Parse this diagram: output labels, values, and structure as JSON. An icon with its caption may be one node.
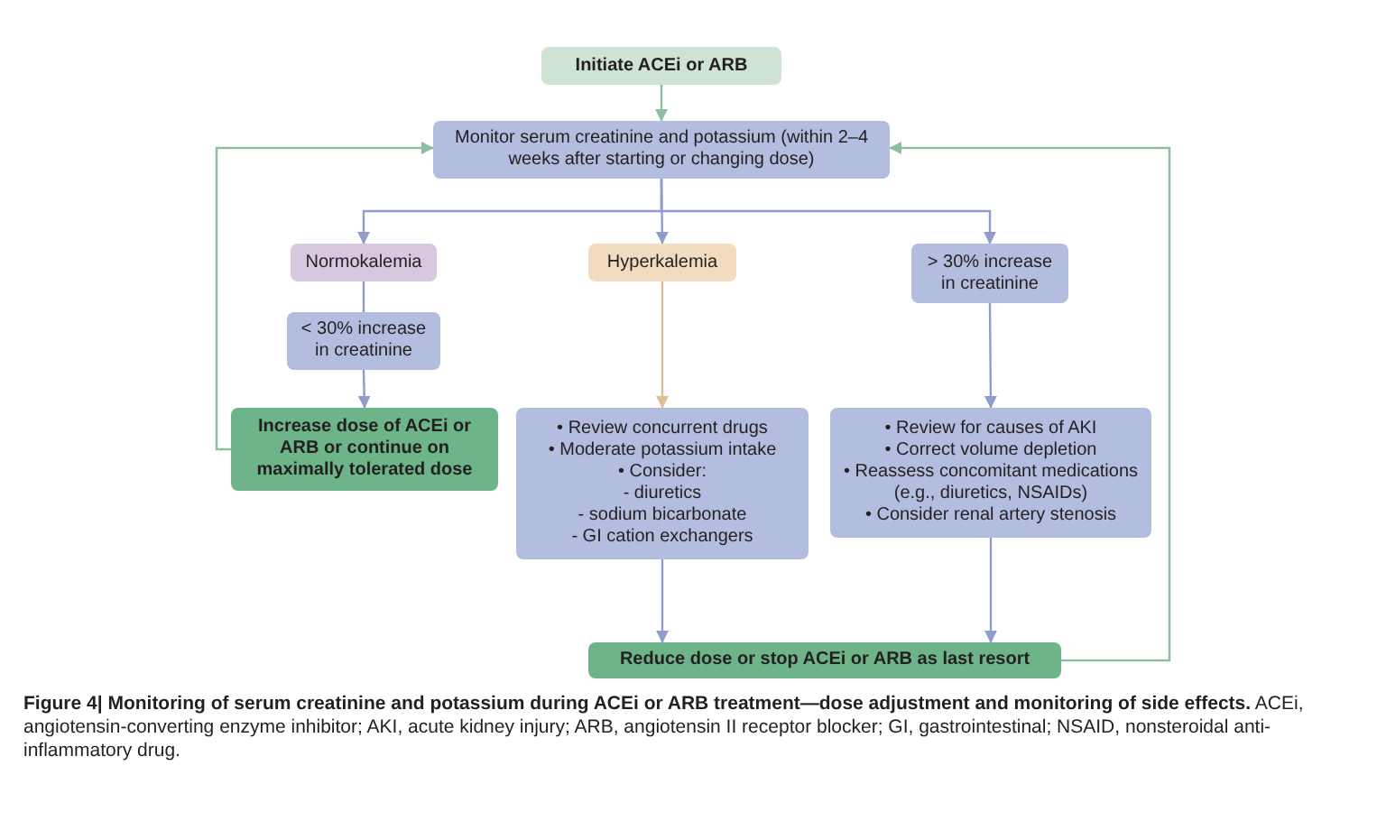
{
  "diagram": {
    "caption": "**Figure 4| Monitoring of serum creatinine and potassium during ACEi or ARB treatment—dose adjustment and monitoring of side effects.** ACEi, angiotensin-converting enzyme inhibitor; AKI, acute kidney injury; ARB, angiotensin II receptor blocker; GI, gastrointestinal; NSAID, nonsteroidal anti-inflammatory drug.",
    "nodes": [
      {
        "text": [
          "Initiate ACEi or ARB"
        ]
      },
      {
        "text": [
          "Monitor serum creatinine and potassium (within 2–4 weeks after starting or changing dose)"
        ]
      },
      {
        "text": [
          "Normokalemia"
        ]
      },
      {
        "text": [
          "Hyperkalemia"
        ]
      },
      {
        "text": [
          "> 30% increase in creatinine"
        ]
      },
      {
        "text": [
          "< 30% increase in creatinine"
        ]
      },
      {
        "text": [
          "Increase dose of ACEi or ARB or continue on maximally tolerated dose"
        ]
      },
      {
        "text": [
          "• Review concurrent drugs",
          "• Moderate potassium intake",
          "• Consider:",
          "- diuretics",
          "- sodium bicarbonate",
          "- GI cation exchangers"
        ]
      },
      {
        "text": [
          "• Review for causes of AKI",
          "• Correct volume depletion",
          "• Reassess concomitant medications (e.g., diuretics, NSAIDs)",
          "• Consider renal artery stenosis"
        ]
      },
      {
        "text": [
          "Reduce dose or stop ACEi or ARB as last resort"
        ]
      }
    ],
    "edges": [
      {
        "from": 0,
        "to": 1,
        "arrow": "to",
        "color": "#8cbf9f"
      },
      {
        "from": 1,
        "to": 2,
        "arrow": "to"
      },
      {
        "from": 1,
        "to": 3,
        "arrow": "to"
      },
      {
        "from": 1,
        "to": 4,
        "arrow": "to"
      },
      {
        "from": 2,
        "to": 5,
        "arrow": "none"
      },
      {
        "from": 5,
        "to": 6,
        "arrow": "to"
      },
      {
        "from": 3,
        "to": 7,
        "arrow": "to",
        "color": "#dcbf95"
      },
      {
        "from": 4,
        "to": 8,
        "arrow": "to"
      },
      {
        "from": 6,
        "to": 1,
        "arrow": "to",
        "color": "#8cbf9f"
      },
      {
        "from": 7,
        "to": 9,
        "arrow": "to"
      },
      {
        "from": 8,
        "to": 9,
        "arrow": "to"
      },
      {
        "from": 9,
        "to": 1,
        "arrow": "to",
        "color": "#8cbf9f"
      }
    ]
  }
}
